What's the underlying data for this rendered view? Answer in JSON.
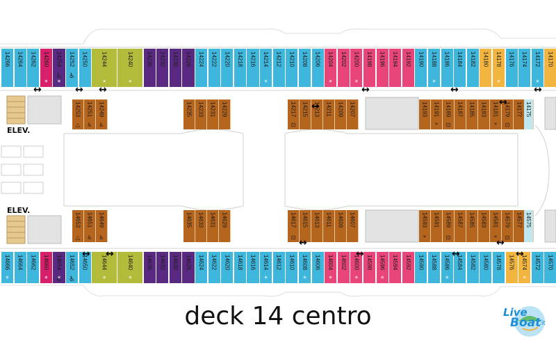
{
  "caption": "deck 14 centro",
  "elevator_label": "ELEV.",
  "logo": {
    "live": "Live",
    "boat": "Boat",
    "domain": ".it"
  },
  "colors": {
    "cyan": "#3fb6dc",
    "pink": "#e8457a",
    "magenta": "#d6206b",
    "purple": "#5a2a82",
    "olive": "#b3bc3a",
    "orange": "#f2b640",
    "inside": "#b5651d",
    "light": "#bfe7f0"
  },
  "top_cabins": [
    {
      "n": "14266",
      "c": "cyan"
    },
    {
      "n": "14264",
      "c": "cyan"
    },
    {
      "n": "14262",
      "c": "cyan"
    },
    {
      "n": "14260",
      "c": "magenta",
      "s": true
    },
    {
      "n": "14254",
      "c": "purple",
      "s": true,
      "a": true
    },
    {
      "n": "14252",
      "c": "cyan",
      "a": true
    },
    {
      "n": "14250",
      "c": "cyan"
    },
    {
      "n": "14244",
      "c": "olive",
      "s": true,
      "w": 2
    },
    {
      "n": "14240",
      "c": "olive",
      "s": true,
      "w": 2
    },
    {
      "n": "14236",
      "c": "purple"
    },
    {
      "n": "14232",
      "c": "purple"
    },
    {
      "n": "14230",
      "c": "purple"
    },
    {
      "n": "14226",
      "c": "purple"
    },
    {
      "n": "14224",
      "c": "cyan"
    },
    {
      "n": "14222",
      "c": "cyan"
    },
    {
      "n": "14220",
      "c": "cyan"
    },
    {
      "n": "14218",
      "c": "cyan"
    },
    {
      "n": "14216",
      "c": "cyan"
    },
    {
      "n": "14214",
      "c": "cyan",
      "s": true
    },
    {
      "n": "14212",
      "c": "cyan"
    },
    {
      "n": "14210",
      "c": "cyan"
    },
    {
      "n": "14208",
      "c": "cyan"
    },
    {
      "n": "14206",
      "c": "cyan"
    },
    {
      "n": "14204",
      "c": "pink",
      "s": true
    },
    {
      "n": "14202",
      "c": "pink"
    },
    {
      "n": "14200",
      "c": "pink",
      "s": true
    },
    {
      "n": "14198",
      "c": "pink"
    },
    {
      "n": "14196",
      "c": "pink"
    },
    {
      "n": "14194",
      "c": "pink"
    },
    {
      "n": "14192",
      "c": "pink"
    },
    {
      "n": "14190",
      "c": "cyan"
    },
    {
      "n": "14188",
      "c": "cyan",
      "s": true
    },
    {
      "n": "14186",
      "c": "cyan"
    },
    {
      "n": "14184",
      "c": "cyan"
    },
    {
      "n": "14182",
      "c": "cyan"
    },
    {
      "n": "14180",
      "c": "orange"
    },
    {
      "n": "14178",
      "c": "orange",
      "s": true
    },
    {
      "n": "14176",
      "c": "cyan"
    },
    {
      "n": "14174",
      "c": "cyan"
    },
    {
      "n": "14172",
      "c": "cyan",
      "s": true
    },
    {
      "n": "14170",
      "c": "orange"
    }
  ],
  "bottom_cabins": [
    {
      "n": "14666",
      "c": "cyan",
      "s": true
    },
    {
      "n": "14664",
      "c": "cyan"
    },
    {
      "n": "14662",
      "c": "cyan"
    },
    {
      "n": "14660",
      "c": "magenta",
      "s": true
    },
    {
      "n": "14654",
      "c": "purple",
      "s": true,
      "a": true
    },
    {
      "n": "14652",
      "c": "cyan",
      "a": true
    },
    {
      "n": "14650",
      "c": "cyan"
    },
    {
      "n": "14644",
      "c": "olive",
      "s": true,
      "w": 2
    },
    {
      "n": "14640",
      "c": "olive",
      "s": true,
      "w": 2
    },
    {
      "n": "14636",
      "c": "purple"
    },
    {
      "n": "14632",
      "c": "purple"
    },
    {
      "n": "14630",
      "c": "purple"
    },
    {
      "n": "14626",
      "c": "purple"
    },
    {
      "n": "14624",
      "c": "cyan"
    },
    {
      "n": "14622",
      "c": "cyan"
    },
    {
      "n": "14620",
      "c": "cyan"
    },
    {
      "n": "14618",
      "c": "cyan"
    },
    {
      "n": "14616",
      "c": "cyan"
    },
    {
      "n": "14614",
      "c": "cyan",
      "s": true
    },
    {
      "n": "14612",
      "c": "cyan"
    },
    {
      "n": "14610",
      "c": "cyan"
    },
    {
      "n": "14608",
      "c": "cyan",
      "s": true
    },
    {
      "n": "14606",
      "c": "cyan"
    },
    {
      "n": "14604",
      "c": "pink",
      "s": true
    },
    {
      "n": "14602",
      "c": "pink"
    },
    {
      "n": "14600",
      "c": "pink",
      "s": true
    },
    {
      "n": "14598",
      "c": "pink"
    },
    {
      "n": "14596",
      "c": "pink",
      "s": true
    },
    {
      "n": "14594",
      "c": "pink"
    },
    {
      "n": "14592",
      "c": "pink"
    },
    {
      "n": "14590",
      "c": "cyan"
    },
    {
      "n": "14588",
      "c": "cyan"
    },
    {
      "n": "14586",
      "c": "cyan",
      "s": true
    },
    {
      "n": "14584",
      "c": "cyan"
    },
    {
      "n": "14582",
      "c": "cyan"
    },
    {
      "n": "14580",
      "c": "cyan"
    },
    {
      "n": "14578",
      "c": "cyan"
    },
    {
      "n": "14576",
      "c": "orange"
    },
    {
      "n": "14574",
      "c": "orange",
      "s": true
    },
    {
      "n": "14572",
      "c": "cyan"
    },
    {
      "n": "14570",
      "c": "cyan"
    }
  ],
  "inner_top": [
    {
      "n": "14253",
      "sym": "△"
    },
    {
      "n": "14251",
      "sym": "♿"
    },
    {
      "n": "14249",
      "sym": "♿"
    },
    {
      "n": "14235"
    },
    {
      "n": "14233"
    },
    {
      "n": "14231"
    },
    {
      "n": "14229"
    },
    {
      "n": "14217",
      "sym": "⊡"
    },
    {
      "n": "14215"
    },
    {
      "n": "14213"
    },
    {
      "n": "14211"
    },
    {
      "n": "14209"
    },
    {
      "n": "14207"
    },
    {
      "n": "14193"
    },
    {
      "n": "14191",
      "sym": "*"
    },
    {
      "n": "14189",
      "sym": "⊡"
    },
    {
      "n": "14187"
    },
    {
      "n": "14185"
    },
    {
      "n": "14183"
    },
    {
      "n": "14181",
      "sym": "*"
    },
    {
      "n": "14179",
      "sym": "⊡"
    },
    {
      "n": "14177"
    },
    {
      "n": "14175"
    }
  ],
  "inner_bottom": [
    {
      "n": "14653",
      "sym": "△"
    },
    {
      "n": "14651",
      "sym": "♿"
    },
    {
      "n": "14649",
      "sym": "♿"
    },
    {
      "n": "14635"
    },
    {
      "n": "14633"
    },
    {
      "n": "14631"
    },
    {
      "n": "14629"
    },
    {
      "n": "14617",
      "sym": "⊡"
    },
    {
      "n": "14615"
    },
    {
      "n": "14613"
    },
    {
      "n": "14611"
    },
    {
      "n": "14609"
    },
    {
      "n": "14607"
    },
    {
      "n": "14593",
      "sym": "*"
    },
    {
      "n": "14591"
    },
    {
      "n": "14589",
      "sym": "⊡"
    },
    {
      "n": "14587"
    },
    {
      "n": "14585"
    },
    {
      "n": "14583"
    },
    {
      "n": "14581",
      "sym": "*"
    },
    {
      "n": "14579",
      "sym": "⊡"
    },
    {
      "n": "14577"
    },
    {
      "n": "14575"
    }
  ]
}
